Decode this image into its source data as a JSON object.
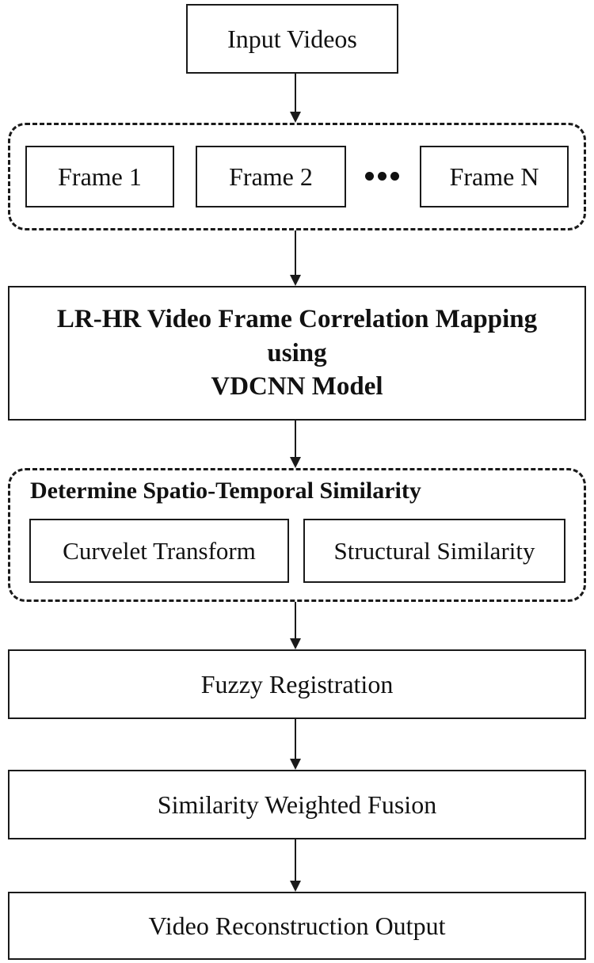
{
  "input": "Input Videos",
  "frames": {
    "items": [
      "Frame 1",
      "Frame 2",
      "Frame N"
    ],
    "ellipsis_icon": "ellipsis-dots"
  },
  "mapping": {
    "line1": "LR-HR Video Frame Correlation Mapping",
    "line2": "using",
    "line3": "VDCNN Model"
  },
  "similarity": {
    "title": "Determine Spatio-Temporal Similarity",
    "left": "Curvelet Transform",
    "right": "Structural Similarity"
  },
  "steps": {
    "registration": "Fuzzy Registration",
    "fusion": "Similarity Weighted Fusion",
    "output": "Video Reconstruction Output"
  }
}
